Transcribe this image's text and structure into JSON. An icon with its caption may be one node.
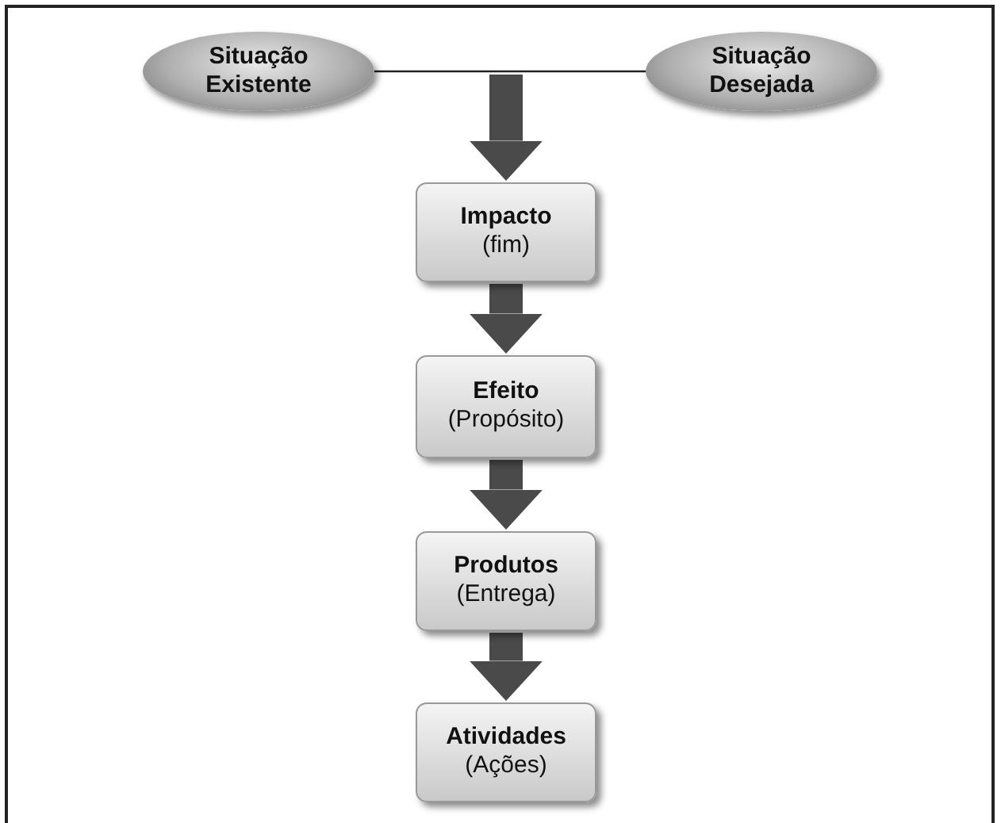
{
  "diagram": {
    "nodes": [
      {
        "text": [
          "Situação Existente"
        ]
      },
      {
        "text": [
          "Situação Desejada"
        ]
      },
      {
        "text": [
          "Impacto",
          "(fim)"
        ]
      },
      {
        "text": [
          "Efeito",
          "(Propósito)"
        ]
      },
      {
        "text": [
          "Produtos",
          "(Entrega)"
        ]
      },
      {
        "text": [
          "Atividades",
          "(Ações)"
        ]
      }
    ],
    "edges": [
      {
        "from": 0,
        "to": 1,
        "arrow": "none"
      },
      {
        "from": null,
        "to": 2,
        "arrow": "to"
      },
      {
        "from": 2,
        "to": 3,
        "arrow": "to"
      },
      {
        "from": 3,
        "to": 4,
        "arrow": "to"
      },
      {
        "from": 4,
        "to": 5,
        "arrow": "to"
      }
    ]
  }
}
